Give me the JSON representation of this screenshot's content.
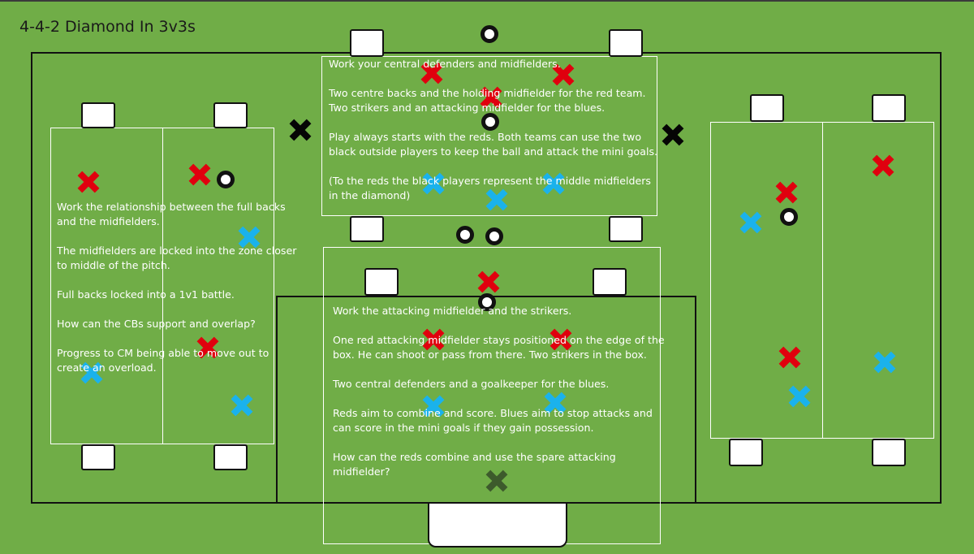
{
  "title": "4-4-2 Diamond In 3v3s",
  "colors": {
    "pitch": "#70ad47",
    "red": "#e0000e",
    "blue": "#1ab2ec",
    "black": "#050505",
    "dark_green": "#3d5a2c"
  },
  "top_box": {
    "paragraphs": [
      [
        "Work your central defenders and midfielders."
      ],
      [
        "Two centre backs and the holding midfielder for the red team.",
        "Two strikers and an attacking midfielder for the blues."
      ],
      [
        "Play always starts with the reds. Both teams can use the two",
        "black outside players to keep the ball and attack the mini goals."
      ],
      [
        "(To the reds the black players represent the middle midfielders",
        "in the diamond)"
      ]
    ]
  },
  "left_box": {
    "paragraphs": [
      [
        "Work the relationship between the full backs",
        "and the midfielders."
      ],
      [
        "The midfielders are locked into the zone closer",
        "to middle of the pitch."
      ],
      [
        "Full backs locked into a 1v1 battle."
      ],
      [
        "How can the CBs support and overlap?"
      ],
      [
        "Progress to CM being able to move out to",
        "create an overload."
      ]
    ]
  },
  "bottom_box": {
    "paragraphs": [
      [
        "Work the attacking midfielder and the strikers."
      ],
      [
        "One red attacking midfielder stays positioned on the edge of the",
        "box. He can shoot or pass from there. Two strikers in the box."
      ],
      [
        "Two central defenders and a goalkeeper for the blues."
      ],
      [
        "Reds aim to combine and score. Blues aim to stop attacks and",
        "can score in the mini goals if they gain possession."
      ],
      [
        "How can the reds combine and use the spare attacking",
        "midfielder?"
      ]
    ]
  }
}
